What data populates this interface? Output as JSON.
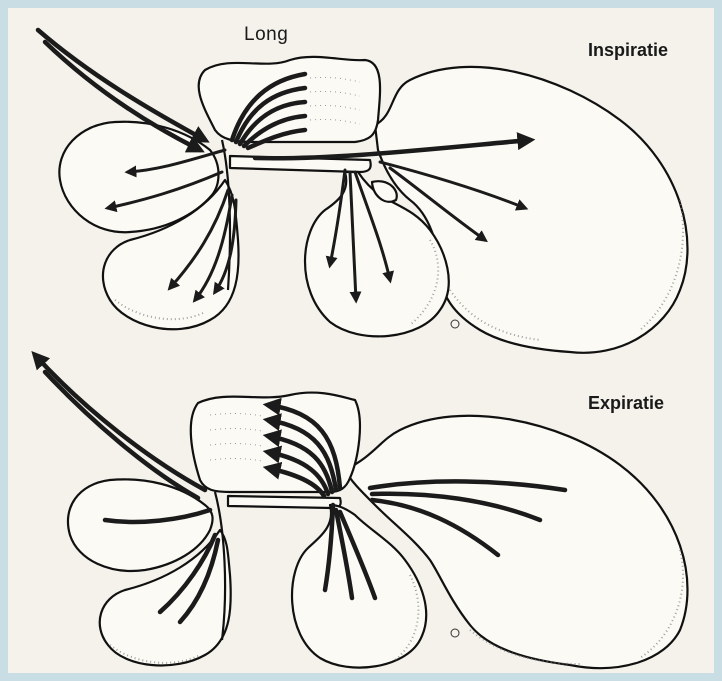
{
  "labels": {
    "lung": "Long",
    "inspiration": "Inspiratie",
    "expiration": "Expiratie"
  },
  "colors": {
    "frame": "#c9dde4",
    "background": "#f4f2ea",
    "ink": "#1b1b1b"
  }
}
